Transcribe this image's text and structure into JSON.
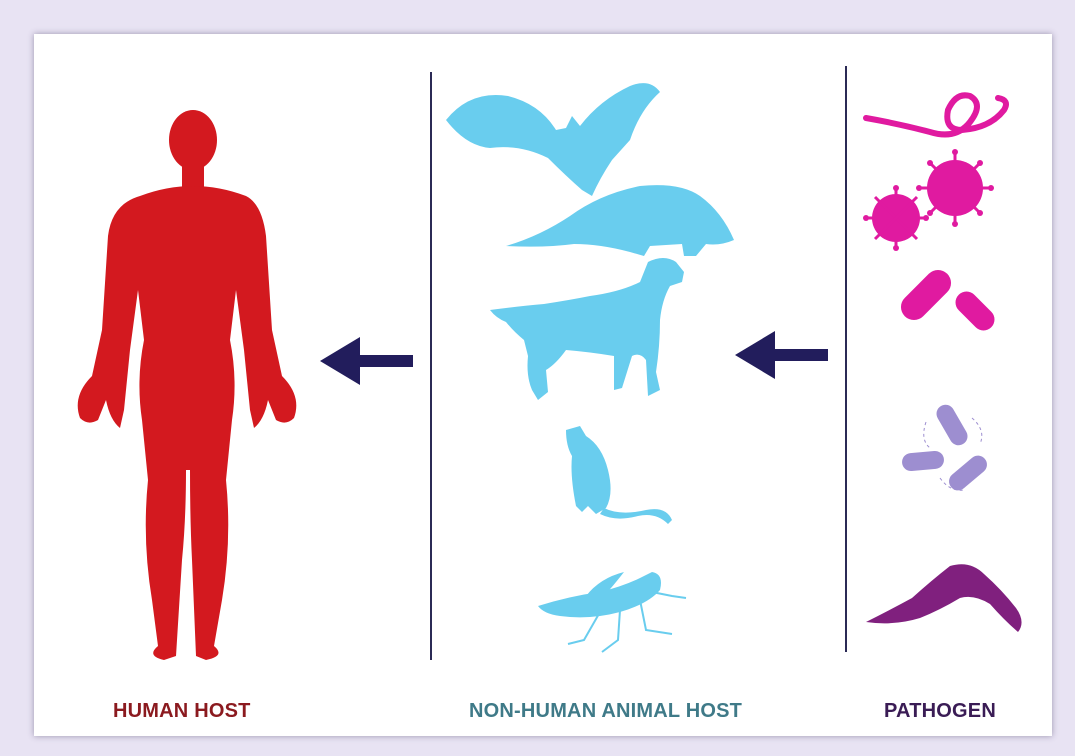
{
  "labels": {
    "human": "HUMAN HOST",
    "animal": "NON-HUMAN ANIMAL HOST",
    "pathogen": "PATHOGEN"
  },
  "colors": {
    "human": "#d3191f",
    "human_label": "#8b1a1f",
    "animal": "#69cdee",
    "animal_label": "#3f7a88",
    "pathogen_magenta": "#e01aa0",
    "pathogen_lavender": "#9d8ed0",
    "pathogen_purple": "#80207e",
    "pathogen_label": "#3a1c55",
    "arrow": "#221d5c",
    "divider": "#2b2a55"
  },
  "icons": {
    "human": [
      "human-silhouette-icon"
    ],
    "animals": [
      "bat-icon",
      "pangolin-icon",
      "dog-icon",
      "mouse-icon",
      "fly-icon"
    ],
    "pathogens": [
      "filovirus-icon",
      "coronavirus-icon",
      "bacteria-icon",
      "spore-bacteria-icon",
      "protozoan-icon"
    ],
    "arrows": [
      "arrow-left-icon",
      "arrow-left-icon"
    ]
  }
}
